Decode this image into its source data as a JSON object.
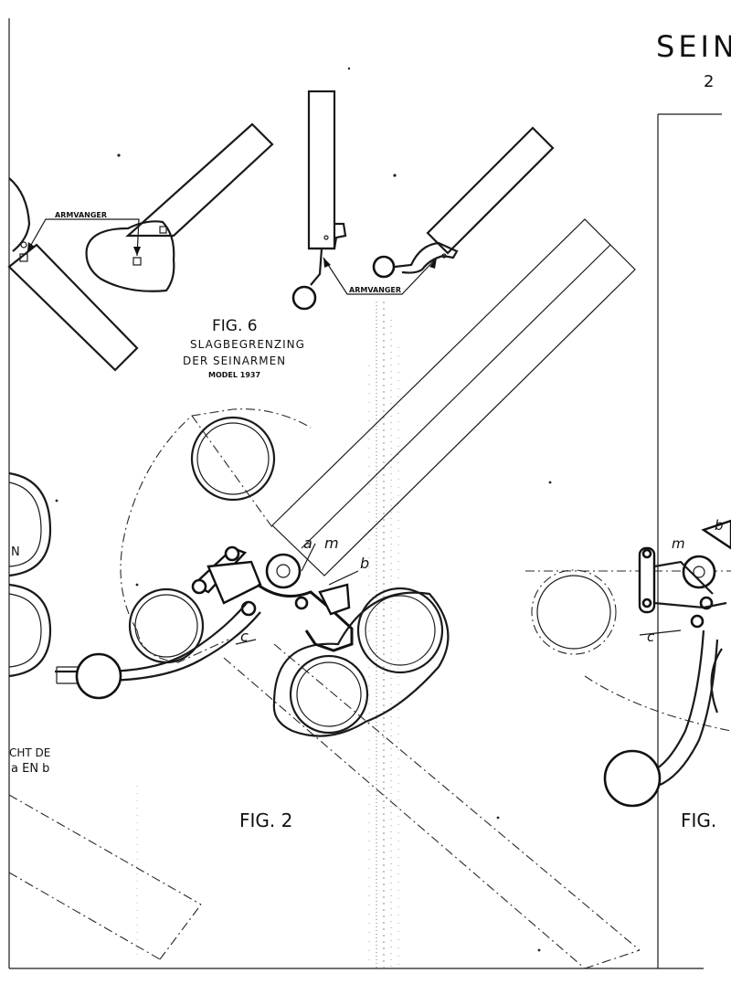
{
  "title_fragment": "SEIN",
  "subtitle_fragment": "2",
  "fig6": {
    "label": "FIG. 6",
    "line1": "SLAGBEGRENZING",
    "line2": "DER SEINARMEN",
    "line3": "MODEL 1937",
    "callout_left": "ARMVANGER",
    "callout_right": "ARMVANGER"
  },
  "fig2": {
    "label": "FIG. 2",
    "letters": {
      "a": "a",
      "m": "m",
      "b": "b",
      "c": "c"
    }
  },
  "fig_right": {
    "label": "FIG.",
    "letters": {
      "m": "m",
      "c": "c",
      "b": "b"
    }
  },
  "left_fragment": {
    "n": "N",
    "line1": "CHT DE",
    "line2": "a EN b"
  },
  "colors": {
    "ink": "#1a1a1a",
    "paper": "#ffffff"
  }
}
